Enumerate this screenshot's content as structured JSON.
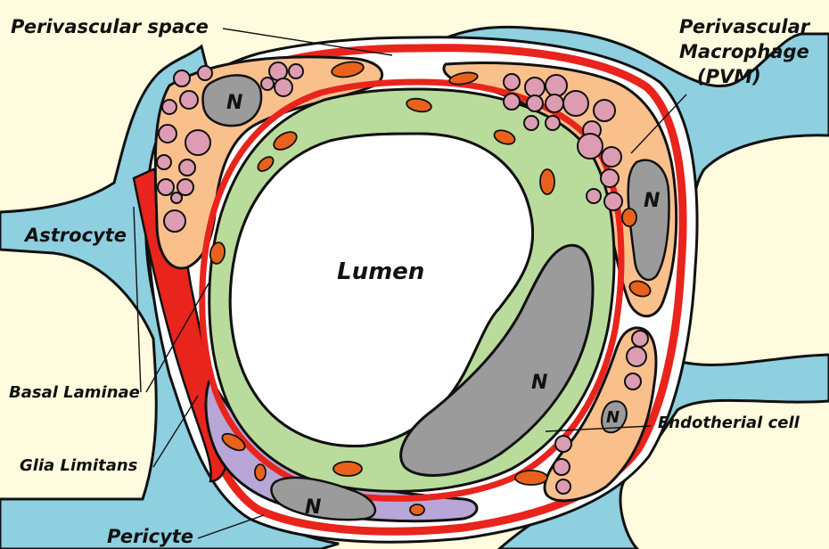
{
  "labels": {
    "perivascular_space": "Perivascular space",
    "pvm_line1": "Perivascular",
    "pvm_line2": "Macrophage",
    "pvm_line3": "(PVM)",
    "astrocyte": "Astrocyte",
    "lumen": "Lumen",
    "basal_laminae": "Basal Laminae",
    "glia_limitans": "Glia Limitans",
    "endothelial_cell": "Endotherial cell",
    "pericyte": "Pericyte"
  },
  "nucleus_label": "N",
  "colors": {
    "background": "#fefbde",
    "astrocyte": "#8ecfe0",
    "basal_lamina": "#e8241c",
    "endothelium": "#b9dc9c",
    "macrophage": "#f9c08c",
    "pericyte": "#b7a6d6",
    "nucleus": "#9b9b9b",
    "vesicle": "#dd9cb2",
    "mitochondria": "#e8621c"
  }
}
